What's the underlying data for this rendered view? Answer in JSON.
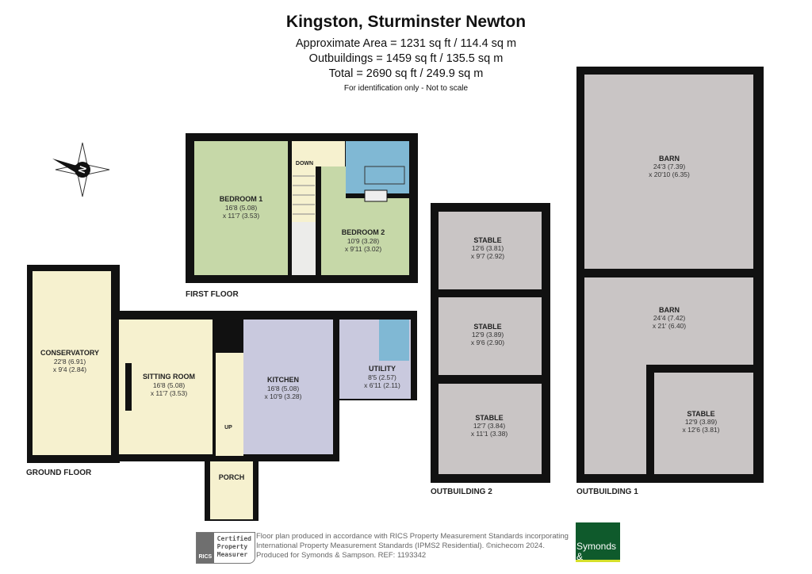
{
  "header": {
    "title": "Kingston, Sturminster Newton",
    "approx_area": "Approximate Area = 1231 sq ft / 114.4 sq m",
    "outbuildings": "Outbuildings = 1459 sq ft / 135.5 sq m",
    "total": "Total = 2690 sq ft / 249.9 sq m",
    "note": "For identification only - Not to scale"
  },
  "compass": {
    "label": "N"
  },
  "first_floor": {
    "label": "FIRST FLOOR",
    "down": "DOWN",
    "bedroom1": {
      "name": "BEDROOM 1",
      "dim1": "16'8 (5.08)",
      "dim2": "x 11'7 (3.53)"
    },
    "bedroom2": {
      "name": "BEDROOM 2",
      "dim1": "10'9 (3.28)",
      "dim2": "x 9'11 (3.02)"
    }
  },
  "ground_floor": {
    "label": "GROUND FLOOR",
    "up": "UP",
    "conservatory": {
      "name": "CONSERVATORY",
      "dim1": "22'8 (6.91)",
      "dim2": "x 9'4 (2.84)"
    },
    "sitting": {
      "name": "SITTING ROOM",
      "dim1": "16'8 (5.08)",
      "dim2": "x 11'7 (3.53)"
    },
    "kitchen": {
      "name": "KITCHEN",
      "dim1": "16'8 (5.08)",
      "dim2": "x 10'9 (3.28)"
    },
    "utility": {
      "name": "UTILITY",
      "dim1": "8'5 (2.57)",
      "dim2": "x 6'11 (2.11)"
    },
    "porch": {
      "name": "PORCH"
    }
  },
  "outbuilding2": {
    "label": "OUTBUILDING 2",
    "rooms": [
      {
        "name": "STABLE",
        "dim1": "12'6 (3.81)",
        "dim2": "x 9'7 (2.92)"
      },
      {
        "name": "STABLE",
        "dim1": "12'9 (3.89)",
        "dim2": "x 9'6 (2.90)"
      },
      {
        "name": "STABLE",
        "dim1": "12'7 (3.84)",
        "dim2": "x 11'1 (3.38)"
      }
    ]
  },
  "outbuilding1": {
    "label": "OUTBUILDING 1",
    "barn1": {
      "name": "BARN",
      "dim1": "24'3 (7.39)",
      "dim2": "x 20'10 (6.35)"
    },
    "barn2": {
      "name": "BARN",
      "dim1": "24'4 (7.42)",
      "dim2": "x 21' (6.40)"
    },
    "stable": {
      "name": "STABLE",
      "dim1": "12'9 (3.89)",
      "dim2": "x 12'6 (3.81)"
    }
  },
  "footer": {
    "rics_label": "RICS",
    "rics_cert": "Certified Property Measurer",
    "text1": "Floor plan produced in accordance with RICS Property Measurement Standards incorporating",
    "text2": "International Property Measurement Standards (IPMS2 Residential).  ©nichecom 2024.",
    "text3": "Produced for Symonds & Sampson.   REF: 1193342",
    "agent_logo": "Symonds & Sampson"
  },
  "colors": {
    "bedroom": "#c6d8a8",
    "bathroom": "#80b8d4",
    "cream": "#f6f1cf",
    "kitchen": "#c9c9de",
    "outbuilding": "#c9c5c5",
    "wall": "#111111",
    "agent": "#0f5a2c"
  }
}
